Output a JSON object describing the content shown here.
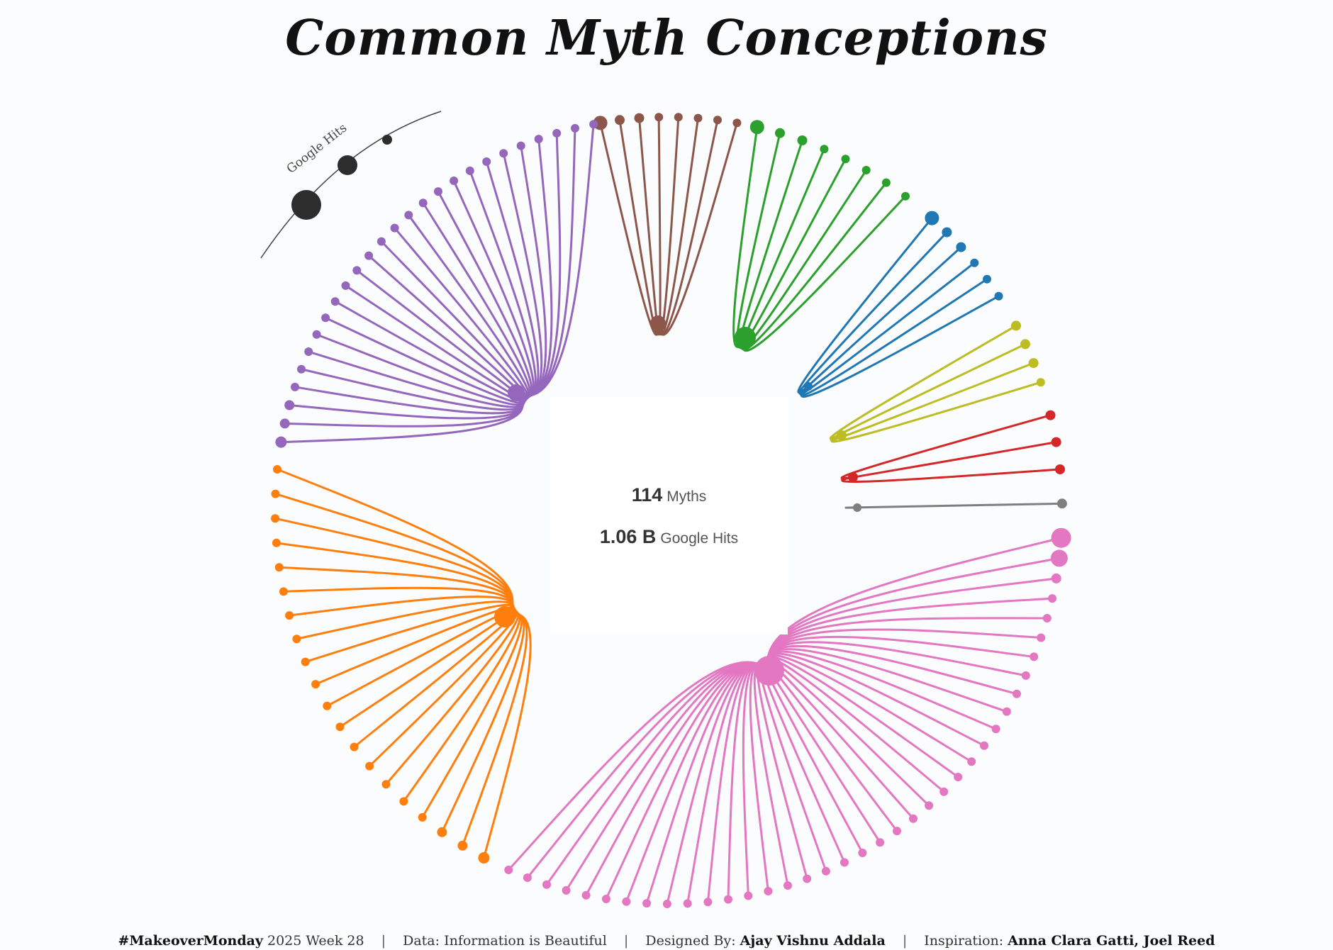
{
  "title": "Common Myth Conceptions",
  "center": {
    "myths_value": "114",
    "myths_label": "Myths",
    "hits_value": "1.06 B",
    "hits_label": "Google Hits"
  },
  "legend": {
    "label": "Google Hits",
    "color": "#2d2d2d"
  },
  "footer": {
    "tag": "#MakeoverMonday",
    "week": "2025 Week 28",
    "sep": "|",
    "data_prefix": "Data:",
    "data_source": "Information is Beautiful",
    "designer_prefix": "Designed By:",
    "designer": "Ajay Vishnu Addala",
    "inspiration_prefix": "Inspiration:",
    "inspiration": "Anna Clara Gatti, Joel Reed"
  },
  "chart_data": {
    "type": "radial dendrogram",
    "total_myths": 114,
    "total_google_hits": "1.06 B",
    "categories": [
      {
        "color": "#8c564b",
        "count": 8
      },
      {
        "color": "#2ca02c",
        "count": 8
      },
      {
        "color": "#1f77b4",
        "count": 6
      },
      {
        "color": "#bcbd22",
        "count": 4
      },
      {
        "color": "#d62728",
        "count": 3
      },
      {
        "color": "#7f7f7f",
        "count": 1
      },
      {
        "color": "#e377c2",
        "count": 38
      },
      {
        "color": "#ff7f0e",
        "count": 20
      },
      {
        "color": "#9467bd",
        "count": 26
      }
    ]
  }
}
